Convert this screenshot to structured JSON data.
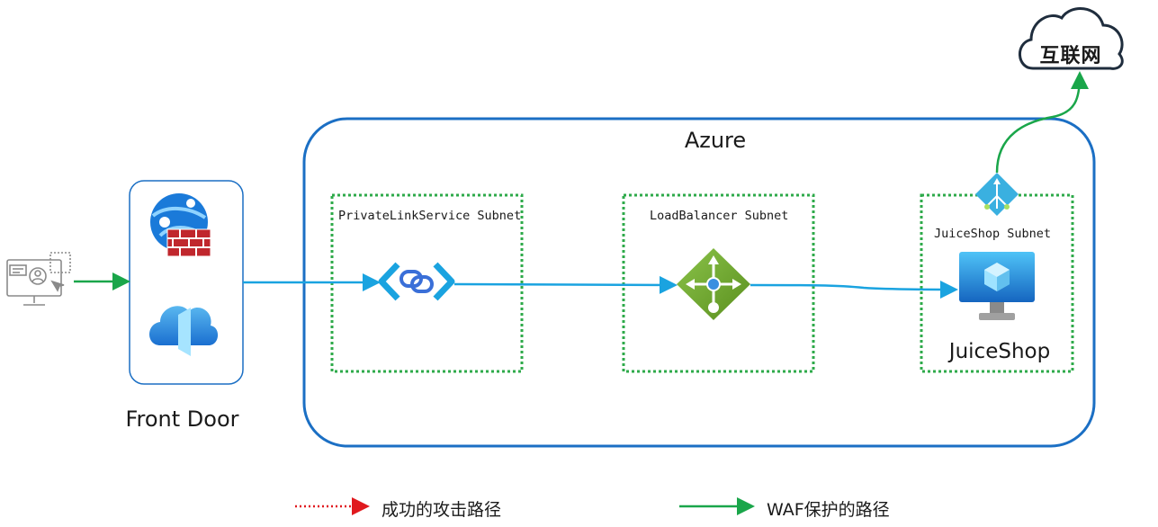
{
  "diagram": {
    "azure_label": "Azure",
    "front_door_label": "Front Door",
    "internet_label": "互联网",
    "subnets": {
      "private_link": "PrivateLinkService Subnet",
      "load_balancer": "LoadBalancer Subnet",
      "juiceshop": "JuiceShop Subnet"
    },
    "juiceshop_label": "JuiceShop"
  },
  "legend": {
    "attack_path": "成功的攻击路径",
    "waf_path": "WAF保护的路径"
  },
  "colors": {
    "azure_border": "#1b6fc4",
    "subnet_border": "#2eaa4a",
    "flow_line": "#1aa3e0",
    "waf_green": "#1aa64a",
    "attack_red": "#e0191e",
    "frontdoor_border": "#1b6fc4"
  },
  "icons": {
    "client": "client-monitor-icon",
    "waf": "web-application-firewall-icon",
    "front_door": "front-door-cloud-icon",
    "private_link": "private-link-icon",
    "load_balancer": "load-balancer-icon",
    "nat_gateway": "nat-gateway-icon",
    "vm": "virtual-machine-icon",
    "internet": "internet-cloud-icon"
  }
}
